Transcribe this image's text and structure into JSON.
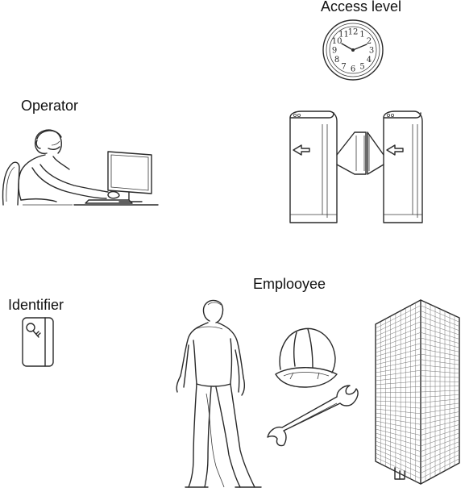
{
  "labels": {
    "access_level": "Access level",
    "operator": "Operator",
    "identifier": "Identifier",
    "employee": "Emplooyee"
  },
  "clock_numerals": [
    "12",
    "1",
    "2",
    "3",
    "4",
    "5",
    "6",
    "7",
    "8",
    "9",
    "10",
    "11"
  ],
  "colors": {
    "line": "#2a2a2a",
    "text": "#111111",
    "background": "#ffffff"
  },
  "icons": {
    "clock": "wall-clock-icon",
    "turnstile": "turnstile-gate-icon",
    "operator": "operator-at-computer-icon",
    "identifier": "key-card-icon",
    "employee": "standing-worker-icon",
    "helmet": "hard-hat-icon",
    "wrench": "wrench-icon",
    "building": "office-building-icon"
  }
}
